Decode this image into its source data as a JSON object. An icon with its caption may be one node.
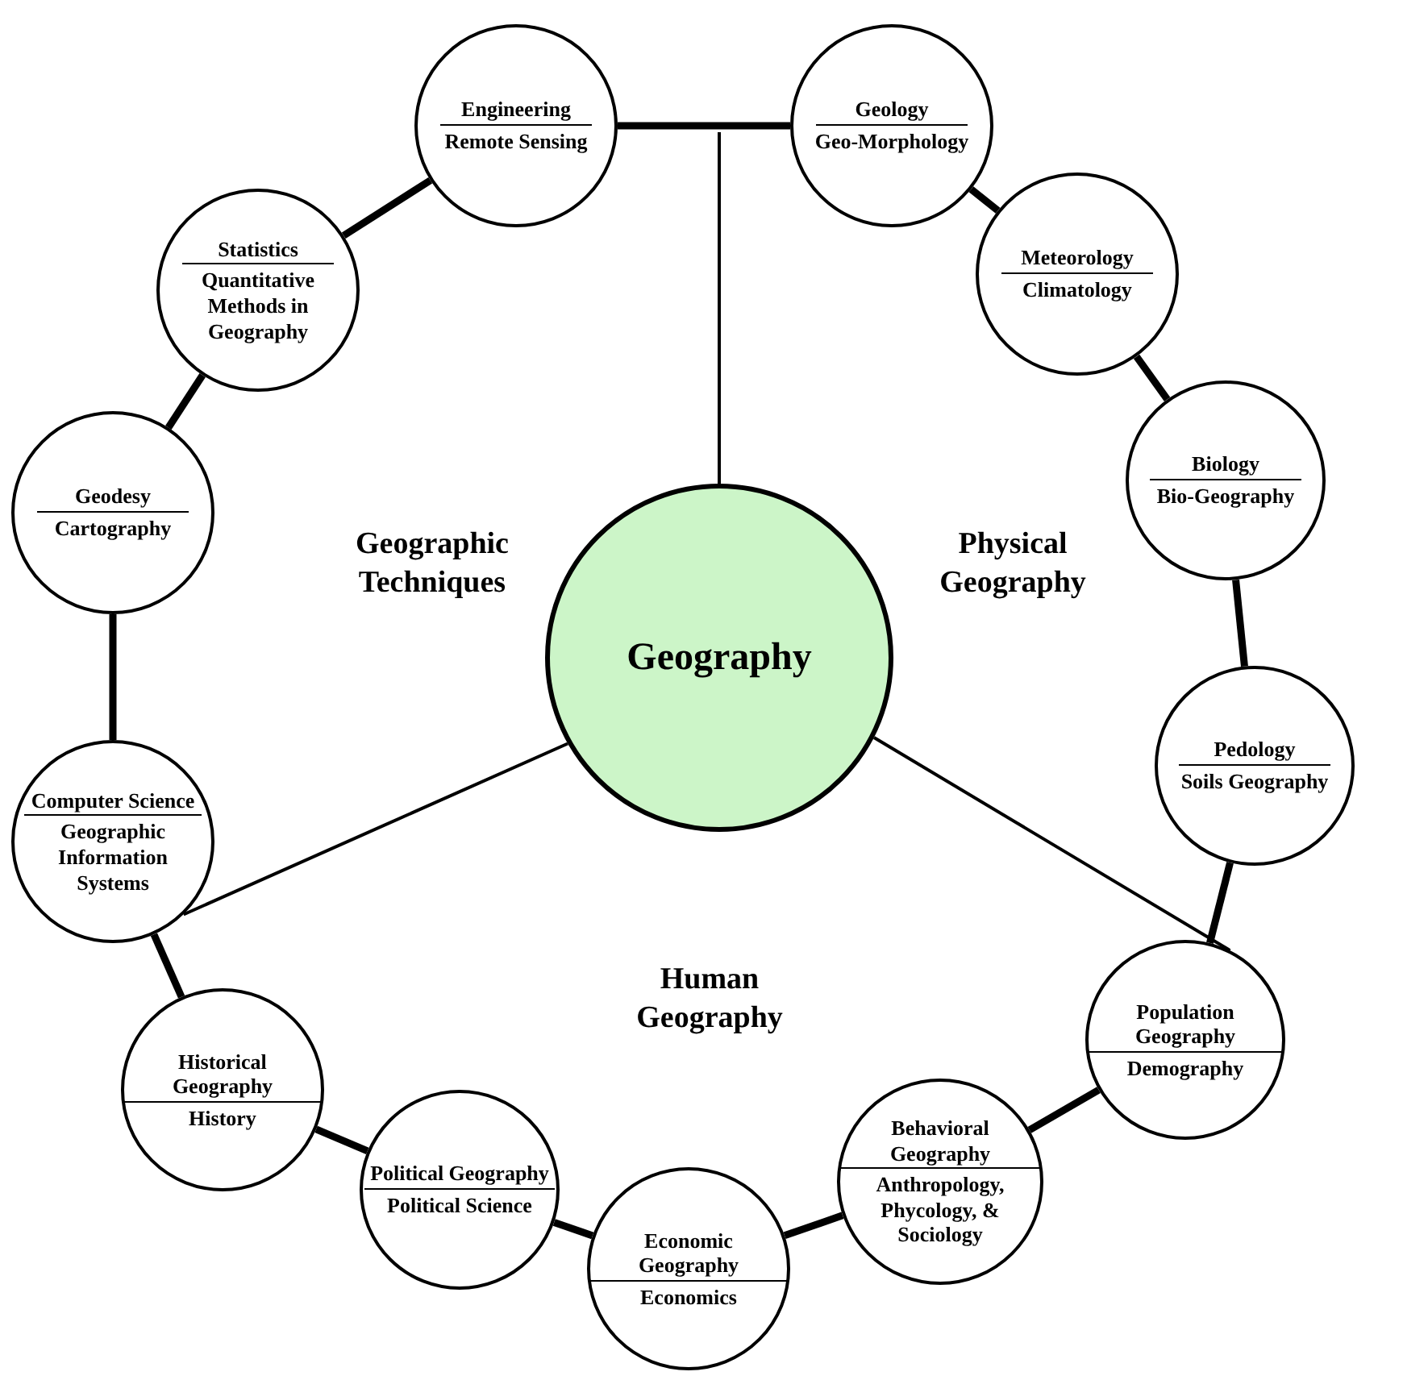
{
  "diagram": {
    "nodes": [
      {
        "text": [
          "Geography"
        ]
      },
      {
        "text": [
          "Engineering",
          "Remote Sensing"
        ]
      },
      {
        "text": [
          "Geology",
          "Geo-Morphology"
        ]
      },
      {
        "text": [
          "Meteorology",
          "Climatology"
        ]
      },
      {
        "text": [
          "Biology",
          "Bio-Geography"
        ]
      },
      {
        "text": [
          "Pedology",
          "Soils Geography"
        ]
      },
      {
        "text": [
          "Population Geography",
          "Demography"
        ]
      },
      {
        "text": [
          "Behavioral Geography",
          "Anthropology, Phycology, & Sociology"
        ]
      },
      {
        "text": [
          "Economic Geography",
          "Economics"
        ]
      },
      {
        "text": [
          "Political Geography",
          "Political Science"
        ]
      },
      {
        "text": [
          "Historical Geography",
          "History"
        ]
      },
      {
        "text": [
          "Computer Science",
          "Geographic Information Systems"
        ]
      },
      {
        "text": [
          "Geodesy",
          "Cartography"
        ]
      },
      {
        "text": [
          "Statistics",
          "Quantitative Methods in Geography"
        ]
      }
    ],
    "edges": [
      {
        "from": 1,
        "to": 2,
        "arrow": "none"
      },
      {
        "from": 2,
        "to": 3,
        "arrow": "none"
      },
      {
        "from": 3,
        "to": 4,
        "arrow": "none"
      },
      {
        "from": 4,
        "to": 5,
        "arrow": "none"
      },
      {
        "from": 5,
        "to": 6,
        "arrow": "none"
      },
      {
        "from": 6,
        "to": 7,
        "arrow": "none"
      },
      {
        "from": 7,
        "to": 8,
        "arrow": "none"
      },
      {
        "from": 8,
        "to": 9,
        "arrow": "none"
      },
      {
        "from": 9,
        "to": 10,
        "arrow": "none"
      },
      {
        "from": 10,
        "to": 11,
        "arrow": "none"
      },
      {
        "from": 11,
        "to": 12,
        "arrow": "none"
      },
      {
        "from": 12,
        "to": 13,
        "arrow": "none"
      },
      {
        "from": 13,
        "to": 1,
        "arrow": "none"
      },
      {
        "from": 0,
        "to": null,
        "arrow": "none"
      },
      {
        "from": 0,
        "to": 6,
        "arrow": "none"
      },
      {
        "from": 0,
        "to": 11,
        "arrow": "none"
      }
    ],
    "labels": [
      "Geographic Techniques",
      "Physical Geography",
      "Human Geography"
    ]
  }
}
